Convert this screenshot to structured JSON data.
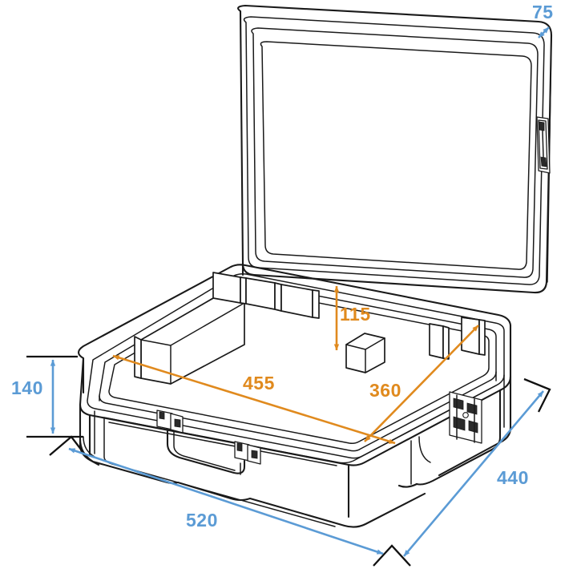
{
  "drawing": {
    "title": "Transport case dimension drawing",
    "subject": "flight-case",
    "view": "isometric, lid open",
    "units": "mm",
    "colors": {
      "outline": "#1a1a1a",
      "exterior_dimension": "#5B9BD5",
      "interior_dimension": "#E08A1E",
      "background": "#ffffff"
    }
  },
  "dimensions": {
    "exterior": [
      {
        "id": "width",
        "label": "520",
        "value": 520,
        "color": "#5B9BD5",
        "orientation": "diagonal-left",
        "arrows": "double"
      },
      {
        "id": "depth",
        "label": "440",
        "value": 440,
        "color": "#5B9BD5",
        "orientation": "diagonal-right",
        "arrows": "double"
      },
      {
        "id": "height",
        "label": "140",
        "value": 140,
        "color": "#5B9BD5",
        "orientation": "vertical",
        "arrows": "double"
      },
      {
        "id": "lid",
        "label": "75",
        "value": 75,
        "color": "#5B9BD5",
        "orientation": "diagonal-top",
        "arrows": "double"
      }
    ],
    "interior": [
      {
        "id": "inner-length",
        "label": "455",
        "value": 455,
        "color": "#E08A1E",
        "orientation": "diagonal-left",
        "arrows": "double"
      },
      {
        "id": "inner-depth",
        "label": "360",
        "value": 360,
        "color": "#E08A1E",
        "orientation": "diagonal-right",
        "arrows": "double"
      },
      {
        "id": "inner-height",
        "label": "115",
        "value": 115,
        "color": "#E08A1E",
        "orientation": "vertical",
        "arrows": "double"
      }
    ]
  },
  "parts": {
    "lid": "case-lid",
    "base": "case-base",
    "handle": "carry-handle",
    "latches": [
      "front-latch-left",
      "front-latch-right",
      "side-latch"
    ],
    "hinge": "lid-hinge",
    "foam": "interior-foam-padding"
  }
}
